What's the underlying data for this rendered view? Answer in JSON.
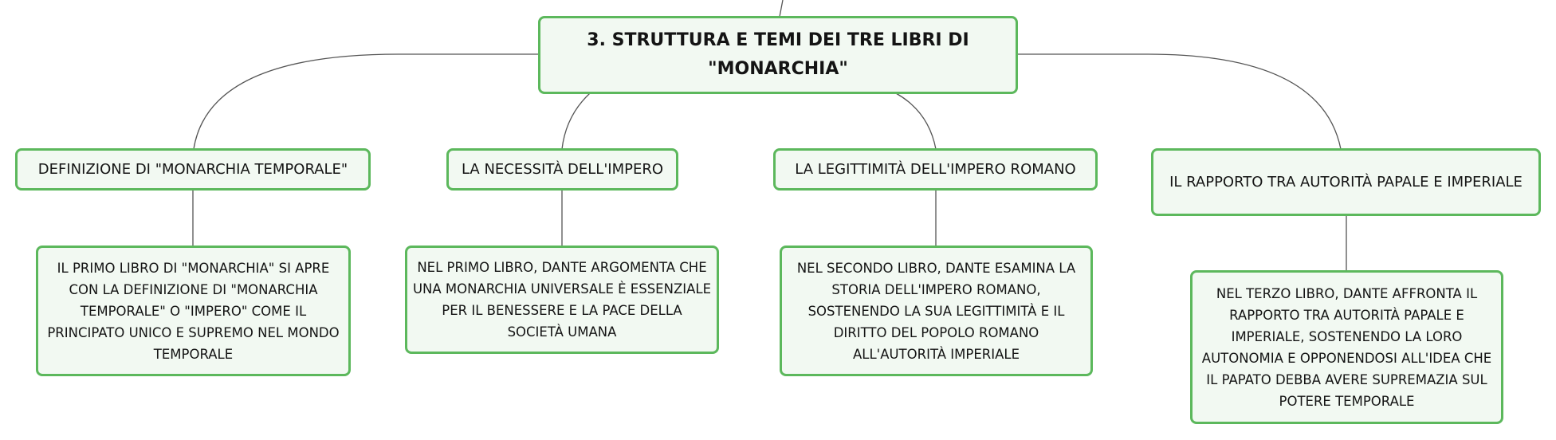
{
  "map": {
    "root": {
      "title": "3. STRUTTURA E TEMI DEI TRE LIBRI DI \"MONARCHIA\""
    },
    "topics": [
      {
        "label": "DEFINIZIONE DI \"MONARCHIA TEMPORALE\"",
        "detail": "IL PRIMO LIBRO DI \"MONARCHIA\" SI APRE CON LA DEFINIZIONE DI \"MONARCHIA TEMPORALE\" O \"IMPERO\" COME IL PRINCIPATO UNICO E SUPREMO NEL MONDO TEMPORALE"
      },
      {
        "label": "LA NECESSITÀ DELL'IMPERO",
        "detail": "NEL PRIMO LIBRO, DANTE ARGOMENTA CHE UNA MONARCHIA UNIVERSALE È ESSENZIALE PER IL BENESSERE E LA PACE DELLA SOCIETÀ UMANA"
      },
      {
        "label": "LA LEGITTIMITÀ DELL'IMPERO ROMANO",
        "detail": "NEL SECONDO LIBRO, DANTE ESAMINA LA STORIA DELL'IMPERO ROMANO, SOSTENENDO LA SUA LEGITTIMITÀ E IL DIRITTO DEL POPOLO ROMANO ALL'AUTORITÀ IMPERIALE"
      },
      {
        "label": "IL RAPPORTO TRA AUTORITÀ PAPALE E IMPERIALE",
        "detail": "NEL TERZO LIBRO, DANTE AFFRONTA IL RAPPORTO TRA AUTORITÀ PAPALE E IMPERIALE, SOSTENENDO LA LORO AUTONOMIA E OPPONENDOSI ALL'IDEA CHE IL PAPATO DEBBA AVERE SUPREMAZIA SUL POTERE TEMPORALE"
      }
    ]
  },
  "colors": {
    "node_border": "#5cb85c",
    "node_fill": "#f2f9f2",
    "connector": "#555555",
    "text": "#141414"
  }
}
